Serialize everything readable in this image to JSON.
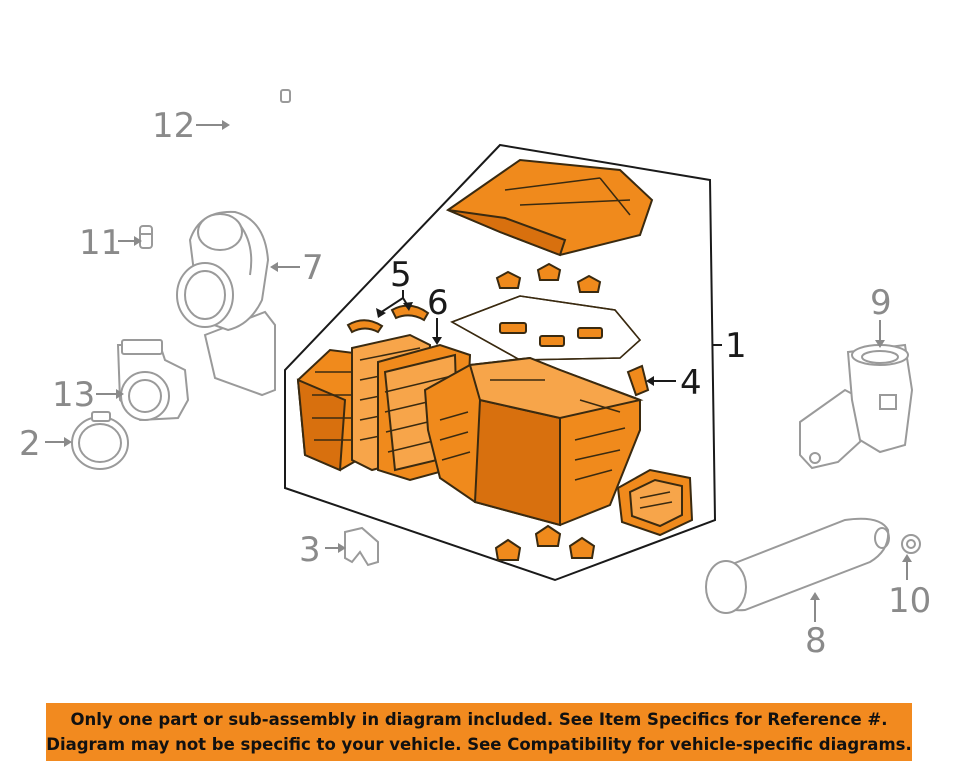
{
  "callouts": {
    "c1": "1",
    "c2": "2",
    "c3": "3",
    "c4": "4",
    "c5": "5",
    "c6": "6",
    "c7": "7",
    "c8": "8",
    "c9": "9",
    "c10": "10",
    "c11": "11",
    "c12": "12",
    "c13": "13"
  },
  "notice": {
    "line1": "Only one part or sub-assembly in diagram included. See Item Specifics for Reference #.",
    "line2": "Diagram may not be specific to your vehicle. See Compatibility for vehicle-specific diagrams."
  },
  "colors": {
    "highlight": "#f08a1c",
    "banner": "#f28a1f",
    "outline_gray": "#9a9a9a"
  }
}
